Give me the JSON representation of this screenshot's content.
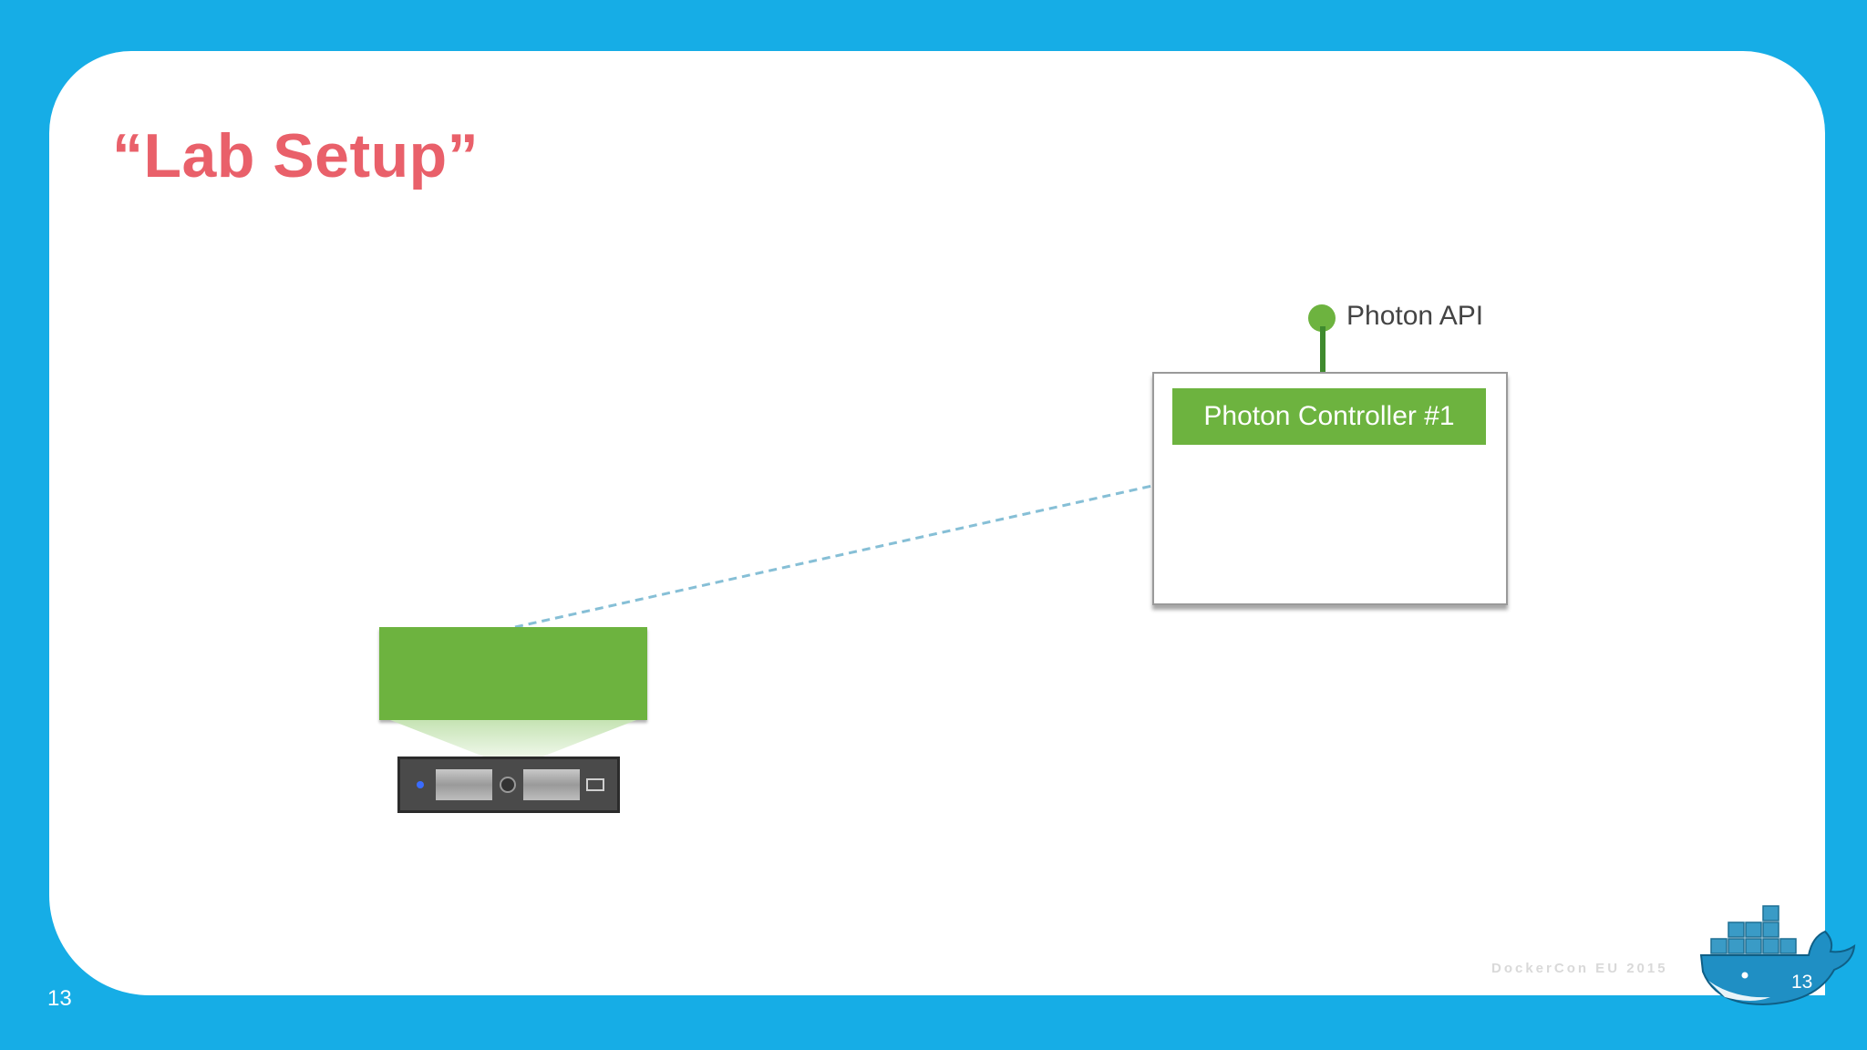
{
  "slide": {
    "title": "“Lab Setup”",
    "page_number": "13",
    "footer_brand": "DockerCon EU 2015",
    "page_number_badge": "13"
  },
  "diagram": {
    "api_label": "Photon API",
    "controller_label": "Photon Controller #1",
    "host_label": ""
  },
  "colors": {
    "background": "#16ade6",
    "title": "#e9606a",
    "accent_green": "#6db33f",
    "stem_green": "#3f8a2e",
    "dashed_link": "#86bfd6"
  },
  "icons": {
    "server": "server-rack-icon",
    "logo": "docker-whale-icon"
  }
}
